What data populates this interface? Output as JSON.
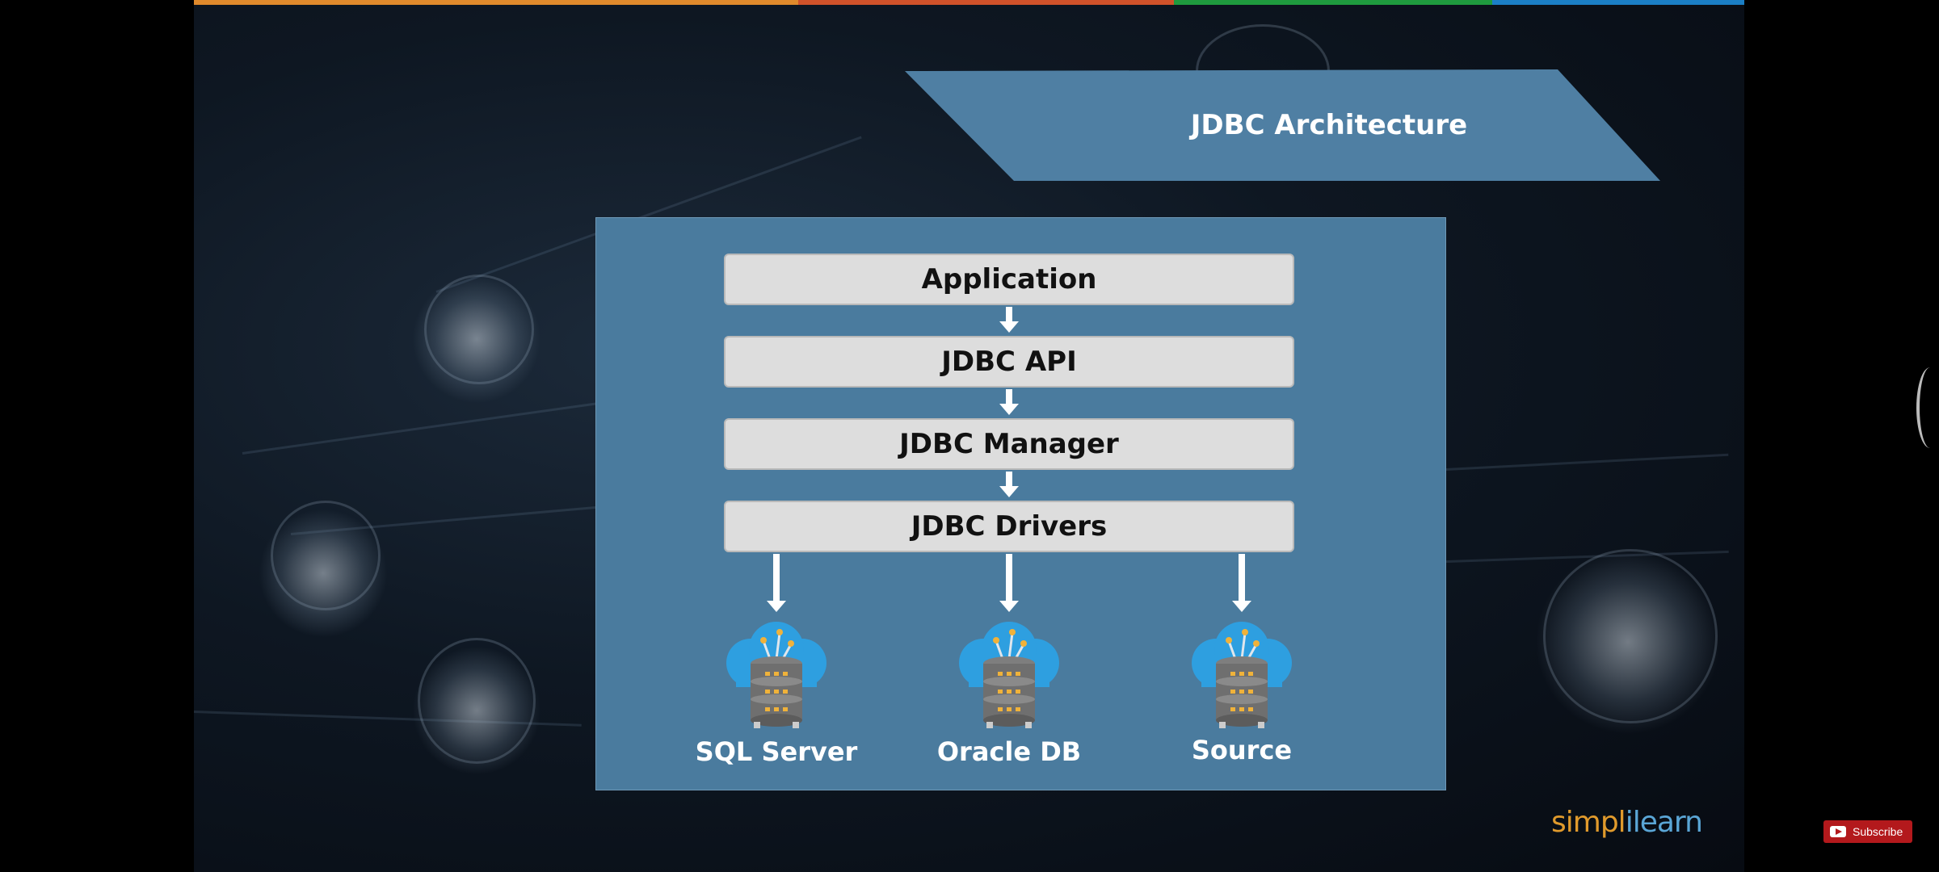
{
  "slide": {
    "title": "JDBC Architecture",
    "layers": [
      {
        "label": "Application"
      },
      {
        "label": "JDBC API"
      },
      {
        "label": "JDBC Manager"
      },
      {
        "label": "JDBC Drivers"
      }
    ],
    "databases": [
      {
        "label": "SQL Server",
        "icon": "cloud-database-icon"
      },
      {
        "label": "Oracle DB",
        "icon": "cloud-database-icon"
      },
      {
        "label": "Source",
        "icon": "cloud-database-icon"
      }
    ]
  },
  "branding": {
    "logo_part1": "simpl",
    "logo_part2": "i",
    "logo_part3": "learn"
  },
  "player": {
    "subscribe_label": "Subscribe"
  },
  "colors": {
    "banner": "#4f7fa3",
    "diagram_bg": "#4a7b9e",
    "box_fill": "#dddddd",
    "cloud_blue": "#2e9fe0",
    "topbar": [
      "#e08a2c",
      "#d0522a",
      "#1f9a3e",
      "#1b7fc6"
    ]
  }
}
